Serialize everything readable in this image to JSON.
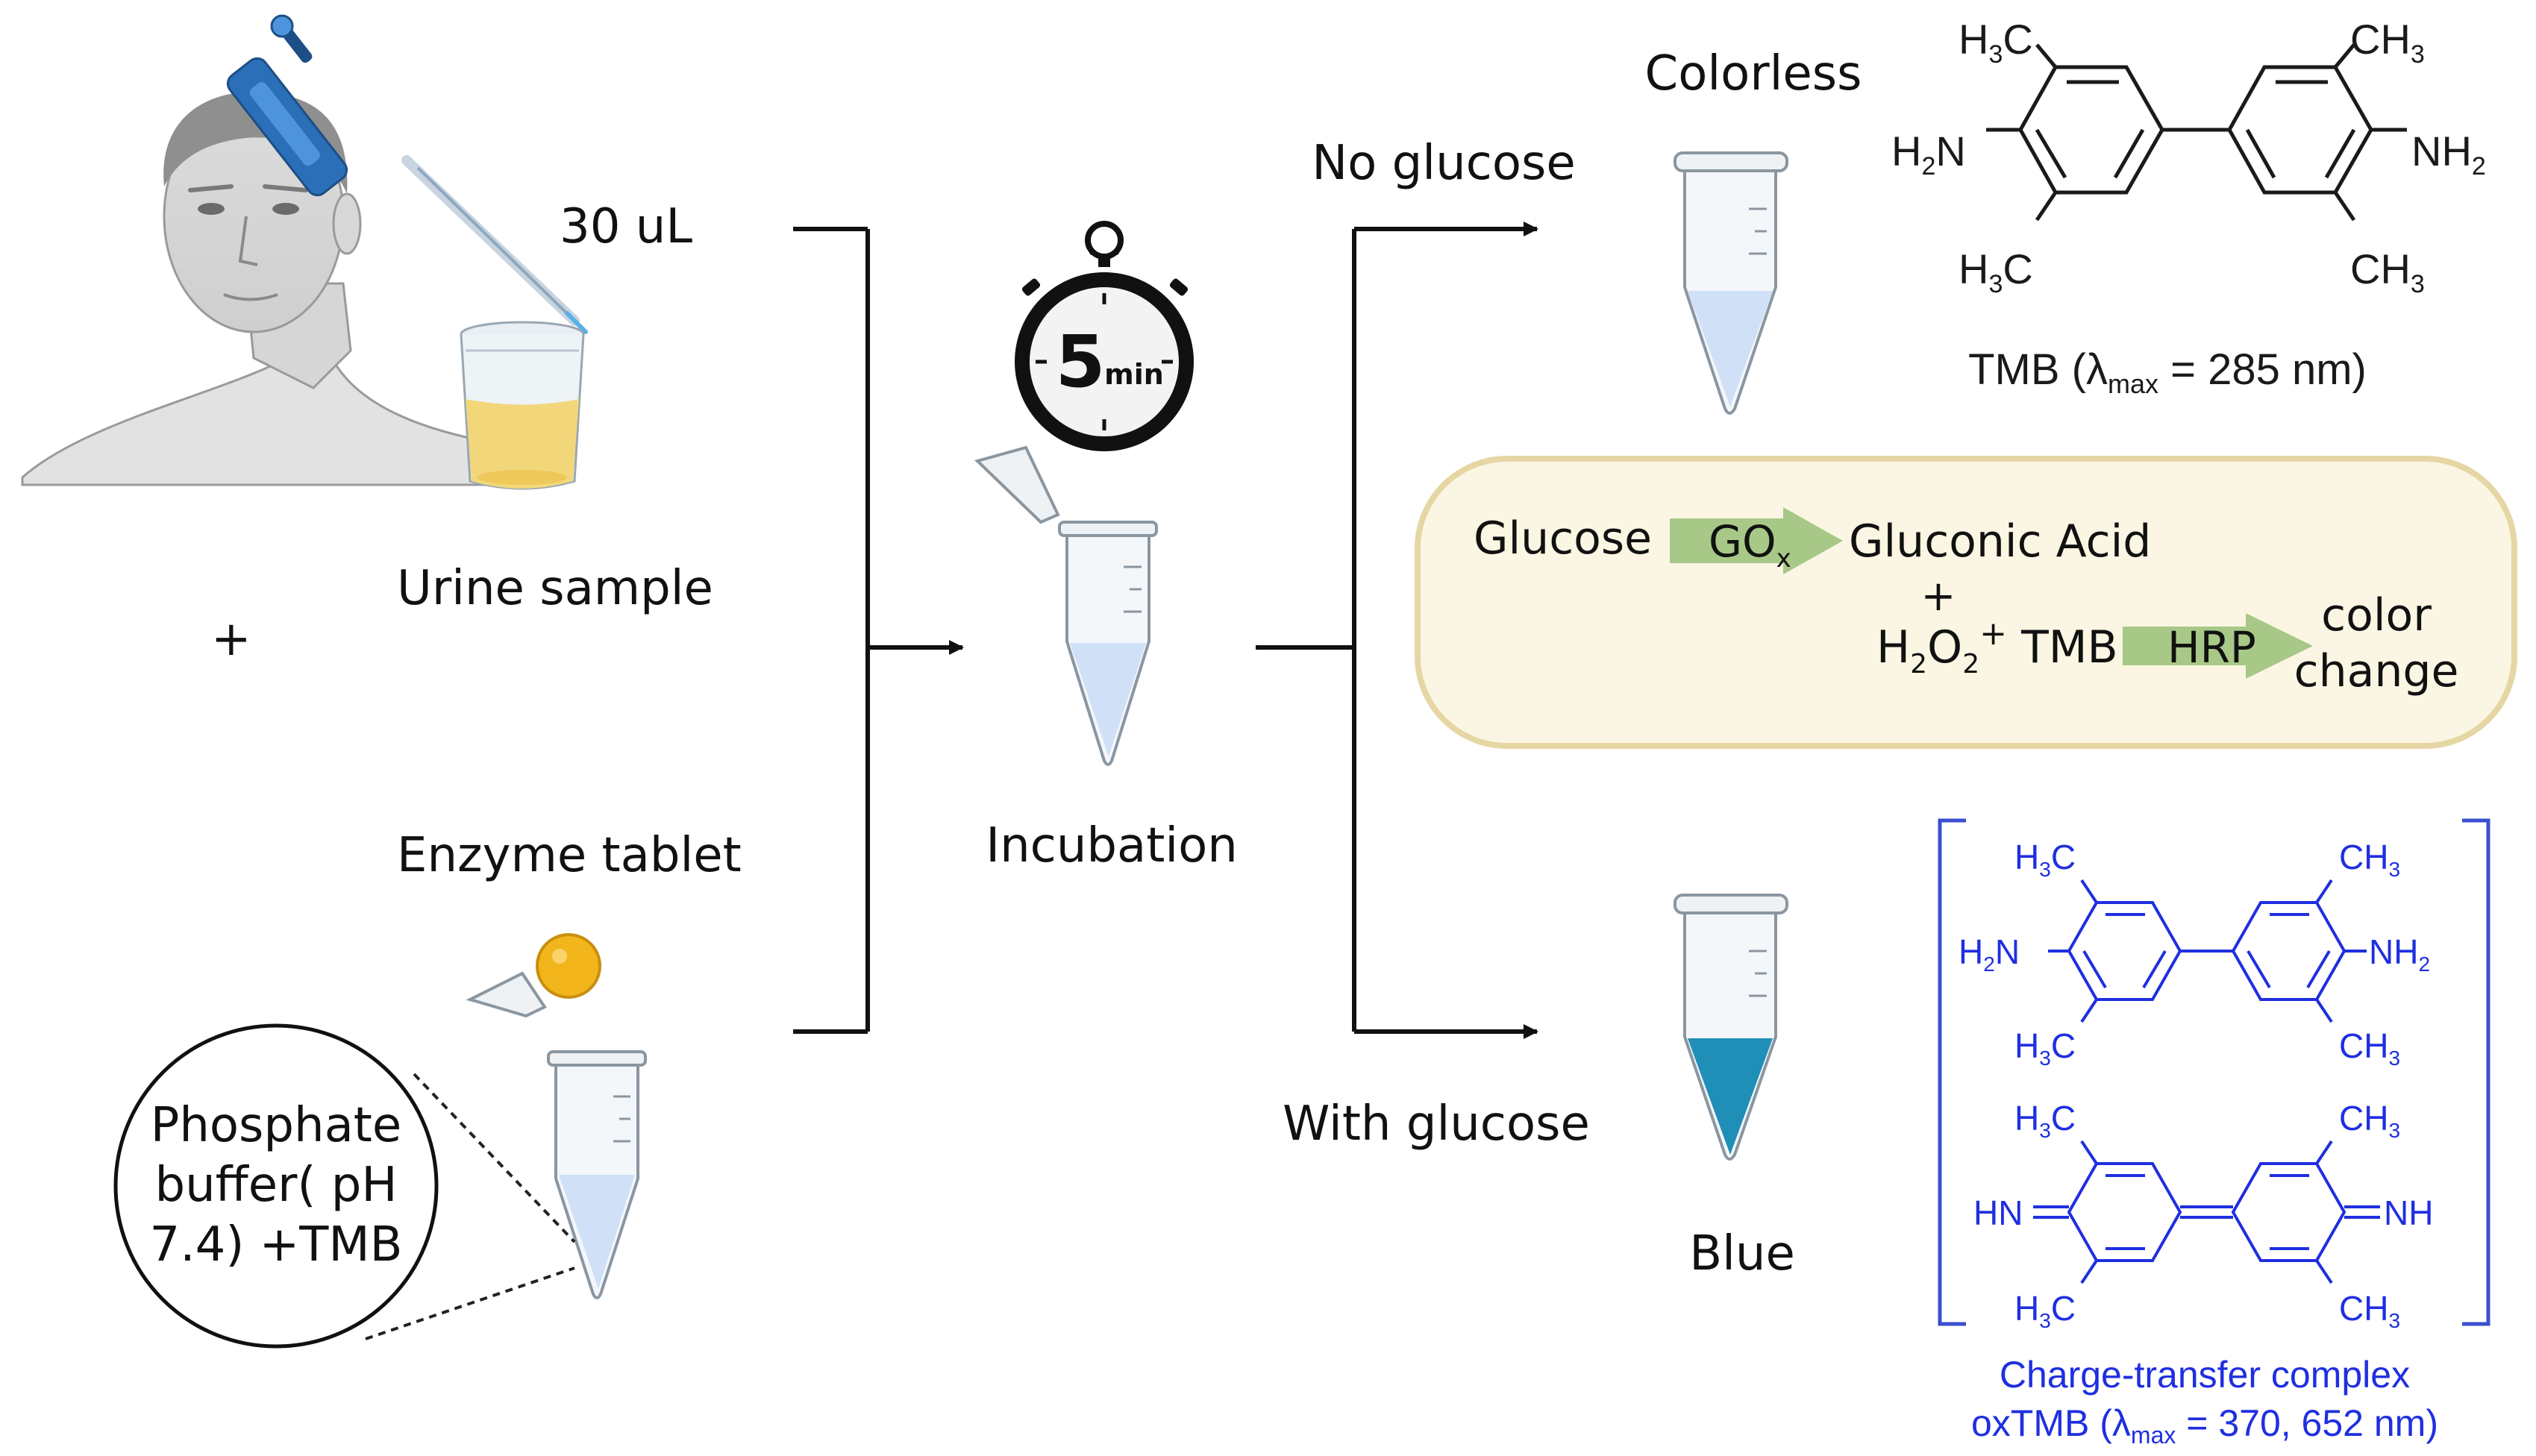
{
  "labels": {
    "volume": "30 uL",
    "urine_sample": "Urine sample",
    "plus": "+",
    "enzyme_tablet": "Enzyme tablet",
    "buffer_line1": "Phosphate",
    "buffer_line2": "buffer( pH",
    "buffer_line3": "7.4) +TMB",
    "timer": "5",
    "timer_unit": "min",
    "incubation": "Incubation",
    "no_glucose": "No glucose",
    "with_glucose": "With glucose",
    "colorless": "Colorless",
    "blue": "Blue"
  },
  "reaction": {
    "glucose": "Glucose",
    "enzyme1": "GO",
    "enzyme1_sub": "x",
    "product1": "Gluconic Acid",
    "plus": "+",
    "h2o2_H": "H",
    "h2o2_2a": "2",
    "h2o2_O": "O",
    "h2o2_2b": "2",
    "h2o2_plus": "+",
    "tmb": " TMB",
    "enzyme2": "HRP",
    "result_line1": "color",
    "result_line2": "change"
  },
  "tmb": {
    "tl_H": "H",
    "tl_3": "3",
    "tl_C": "C",
    "tr_CH": "CH",
    "tr_3": "3",
    "bl_H": "H",
    "bl_3": "3",
    "bl_C": "C",
    "br_CH": "CH",
    "br_3": "3",
    "left_H": "H",
    "left_2": "2",
    "left_N": "N",
    "right_NH": "NH",
    "right_2": "2",
    "caption_pre": "TMB (λ",
    "caption_sub": "max",
    "caption_post": " = 285 nm)"
  },
  "oxtmb": {
    "top": {
      "tl_H": "H",
      "tl_3": "3",
      "tl_C": "C",
      "tr_CH": "CH",
      "tr_3": "3",
      "bl_H": "H",
      "bl_3": "3",
      "bl_C": "C",
      "br_CH": "CH",
      "br_3": "3",
      "left_H": "H",
      "left_2": "2",
      "left_N": "N",
      "right_NH": "NH",
      "right_2": "2"
    },
    "bottom": {
      "tl_H": "H",
      "tl_3": "3",
      "tl_C": "C",
      "tr_CH": "CH",
      "tr_3": "3",
      "bl_H": "H",
      "bl_3": "3",
      "bl_C": "C",
      "br_CH": "CH",
      "br_3": "3",
      "left": "HN",
      "right": "NH"
    },
    "caption_line1": "Charge-transfer complex",
    "caption_pre": "oxTMB (λ",
    "caption_sub": "max",
    "caption_post": " = 370, 652 nm)"
  },
  "colors": {
    "urine": "#f2d77a",
    "clear_liquid": "#cfe0f7",
    "blue_liquid": "#1f8fb8",
    "pipette": "#2a6fb7",
    "tablet": "#f2b51c",
    "reaction_box_fill": "#fbf6e3",
    "reaction_box_stroke": "#e5d6a4",
    "reaction_arrow": "#a8c887",
    "oxtmb_text": "#1f2fe0"
  }
}
